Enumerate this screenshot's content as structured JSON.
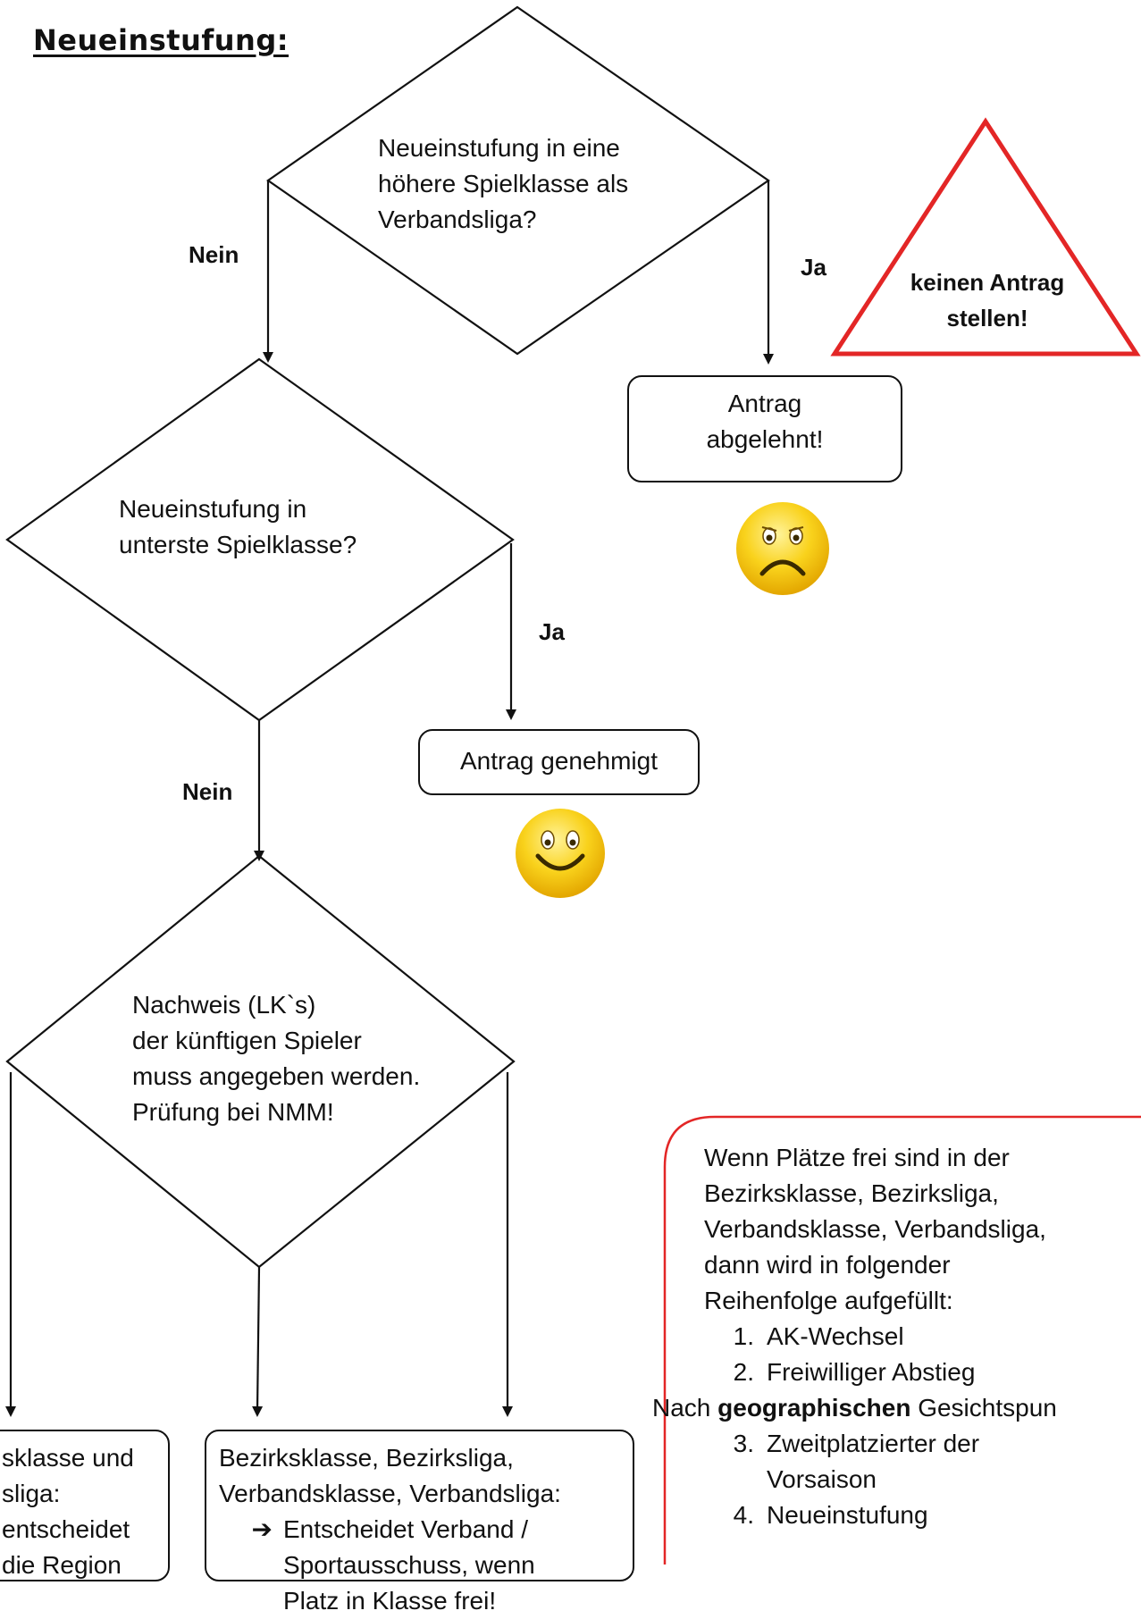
{
  "title": "Neueinstufung:",
  "decisions": {
    "d1": [
      "Neueinstufung in eine",
      "höhere Spielklasse als",
      "Verbandsliga?"
    ],
    "d2": [
      "Neueinstufung in",
      "unterste Spielklasse?"
    ],
    "d3": [
      "Nachweis  (LK`s)",
      "der künftigen Spieler",
      "muss angegeben werden.",
      "Prüfung bei NMM!"
    ]
  },
  "labels": {
    "nein1": "Nein",
    "ja1": "Ja",
    "ja2": "Ja",
    "nein2": "Nein"
  },
  "warning": [
    "keinen Antrag",
    "stellen!"
  ],
  "outcomes": {
    "rejected": [
      "Antrag",
      "abgelehnt!"
    ],
    "approved": "Antrag genehmigt"
  },
  "bottom_left": [
    "sklasse und",
    "sliga:",
    "entscheidet",
    "die Region"
  ],
  "bottom_mid": {
    "lines": [
      "Bezirksklasse, Bezirksliga,",
      "Verbandsklasse, Verbandsliga:"
    ],
    "arrow_glyph": "➔",
    "bullet": [
      "Entscheidet Verband /",
      "Sportausschuss, wenn",
      "Platz in Klasse frei!"
    ]
  },
  "info_box": {
    "intro": [
      "Wenn Plätze frei sind in der",
      "Bezirksklasse, Bezirksliga,",
      "Verbandsklasse, Verbandsliga,",
      "dann wird in folgender",
      "Reihenfolge aufgefüllt:"
    ],
    "items_a": [
      {
        "num": "1.",
        "text": "AK-Wechsel"
      },
      {
        "num": "2.",
        "text": "Freiwilliger Abstieg"
      }
    ],
    "geo_pre": "Nach ",
    "geo_bold": "geographischen",
    "geo_post": " Gesichtspun",
    "items_b": [
      {
        "num": "3.",
        "text": "Zweitplatzierter der"
      },
      {
        "num": "",
        "text": "Vorsaison"
      },
      {
        "num": "4.",
        "text": "Neueinstufung"
      }
    ]
  },
  "colors": {
    "warning_red": "#e32626",
    "info_border": "#e32626",
    "smiley_yellow": "#f7cb12"
  },
  "icons": [
    "sad-face-icon",
    "happy-face-icon",
    "warning-triangle-icon"
  ]
}
